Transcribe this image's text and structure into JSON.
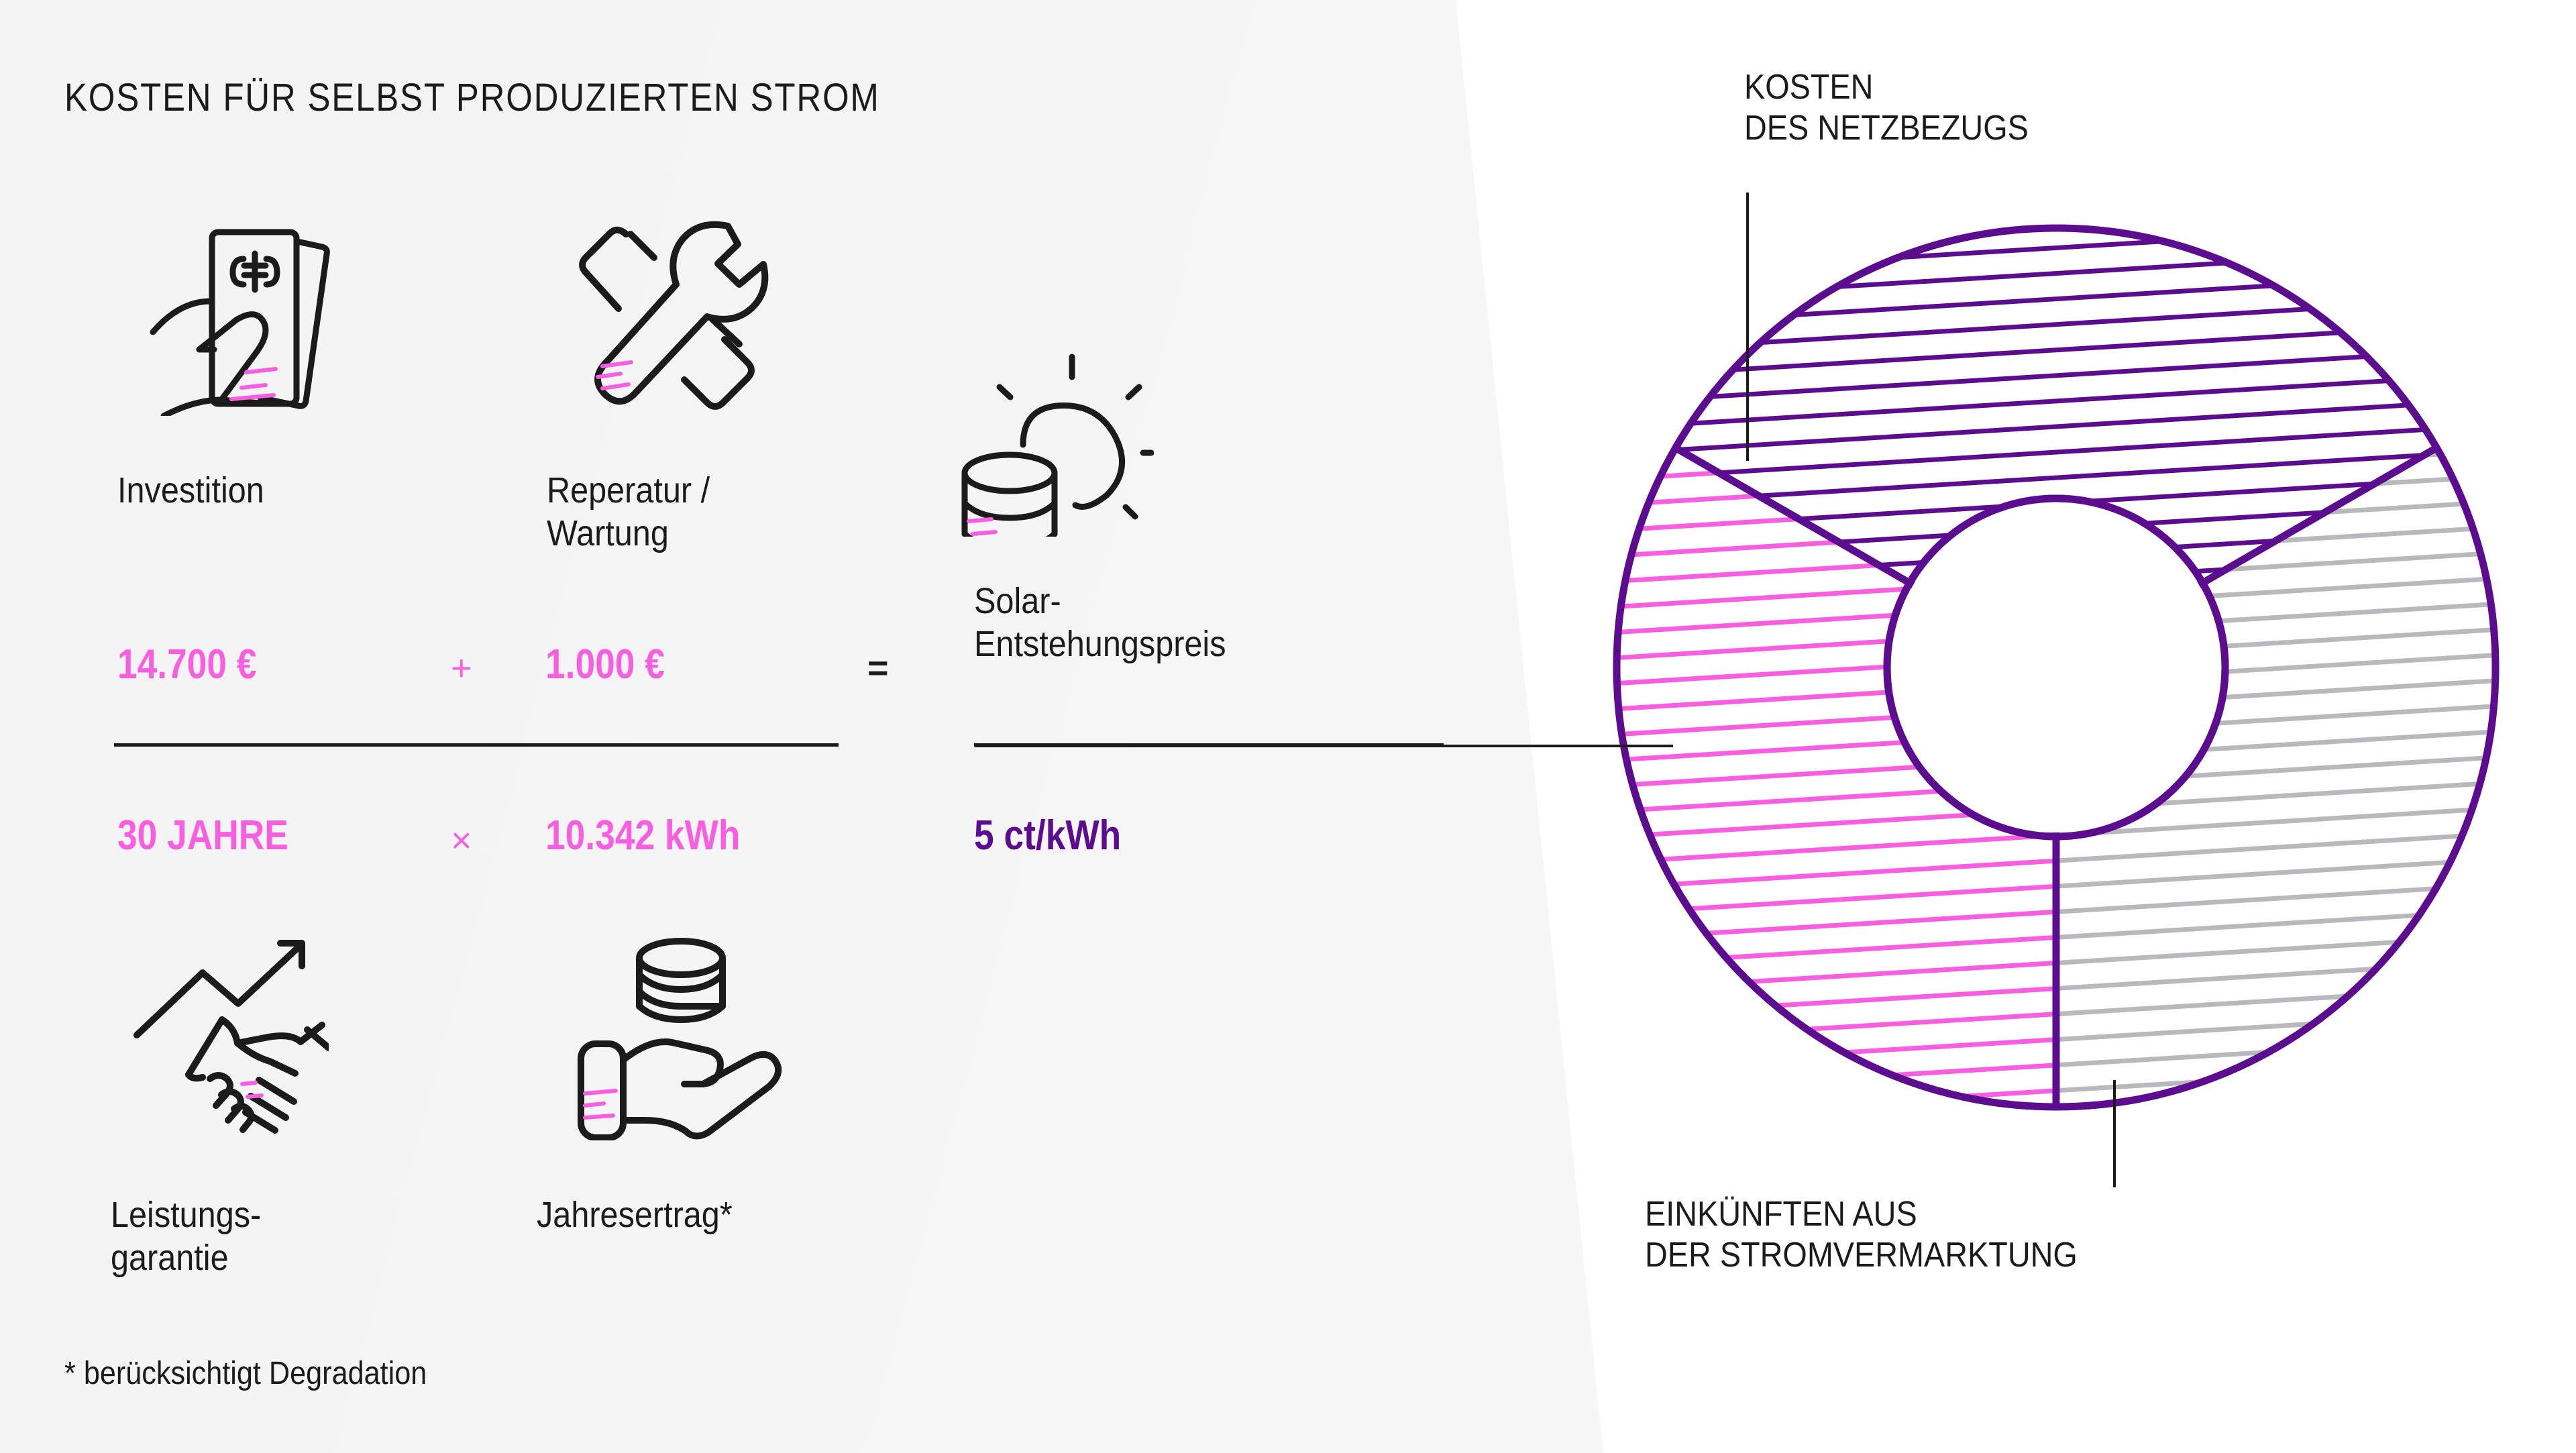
{
  "title": "KOSTEN FÜR SELBST PRODUZIERTEN STROM",
  "formula": {
    "numerator": [
      {
        "icon": "hand-holding-banknotes-icon",
        "label": "Investition",
        "value": "14.700 €"
      },
      {
        "icon": "wrench-screwdriver-icon",
        "label": "Reperatur /\nWartung",
        "value": "1.000 €"
      }
    ],
    "denominator": [
      {
        "icon": "handshake-growth-arrow-icon",
        "label": "Leistungs-\ngarantie",
        "value": "30 JAHRE"
      },
      {
        "icon": "hand-holding-coins-icon",
        "label": "Jahresertrag*",
        "value": "10.342 kWh"
      }
    ],
    "op_plus": "+",
    "op_times": "×",
    "op_equals": "=",
    "result": {
      "icon": "coins-sun-icon",
      "label": "Solar-\nEntstehungspreis",
      "value": "5 ct/kWh"
    }
  },
  "footnote": "* berücksichtigt Degradation",
  "chart_labels": {
    "top": "KOSTEN\nDES NETZBEZUGS",
    "bottom": "EINKÜNFTEN AUS\nDER STROMVERMARKTUNG"
  },
  "colors": {
    "pink": "#f75fe0",
    "purple": "#5c0d8f",
    "gray": "#b8b8bd",
    "ink": "#1b1b1b",
    "panel": "#f4f4f4"
  },
  "chart_data": {
    "type": "pie",
    "title": "",
    "donut": true,
    "inner_radius_ratio": 0.385,
    "categories": [
      "KOSTEN DES NETZBEZUGS",
      "Solar-Entstehungspreis",
      "EINKÜNFTEN AUS DER STROMVERMARKTUNG"
    ],
    "values": [
      33.3,
      33.3,
      33.4
    ],
    "unit": "%",
    "hatch": "horizontal-lines",
    "series": [
      {
        "name": "KOSTEN DES NETZBEZUGS",
        "value": 33.3,
        "color": "#5c0d8f",
        "start_angle": 210,
        "end_angle": 330
      },
      {
        "name": "Solar-Entstehungspreis",
        "value": 33.3,
        "color": "#f75fe0",
        "start_angle": 90,
        "end_angle": 210
      },
      {
        "name": "EINKÜNFTEN AUS DER STROMVERMARKTUNG",
        "value": 33.4,
        "color": "#b8b8bd",
        "start_angle": 330,
        "end_angle": 90
      }
    ],
    "legend_position": "callout-labels",
    "grid": false
  }
}
